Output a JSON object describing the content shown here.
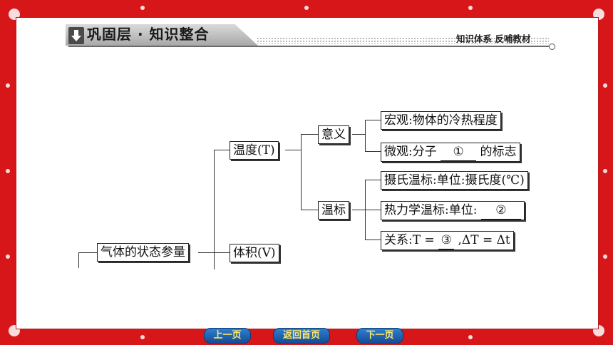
{
  "header": {
    "title": "巩固层 · 知识整合",
    "subtitle": "知识体系  反哺教材"
  },
  "diagram": {
    "root": "气体的状态参量",
    "temperature": "温度(T)",
    "volume": "体积(V)",
    "meaning": "意义",
    "scale": "温标",
    "macro": "宏观:物体的冷热程度",
    "micro_prefix": "微观:分子",
    "micro_blank": "①",
    "micro_suffix": "的标志",
    "celsius": "摄氏温标:单位:摄氏度(℃)",
    "thermo_prefix": "热力学温标:单位:",
    "thermo_blank": "②",
    "relation_prefix": "关系:T = ",
    "relation_blank": "③",
    "relation_suffix": ",ΔT = Δt"
  },
  "nav": {
    "prev": "上一页",
    "home": "返回首页",
    "next": "下一页"
  },
  "colors": {
    "frame": "#d7161a",
    "nav": "#1f5fb0",
    "nav_text": "#ffe66b"
  }
}
